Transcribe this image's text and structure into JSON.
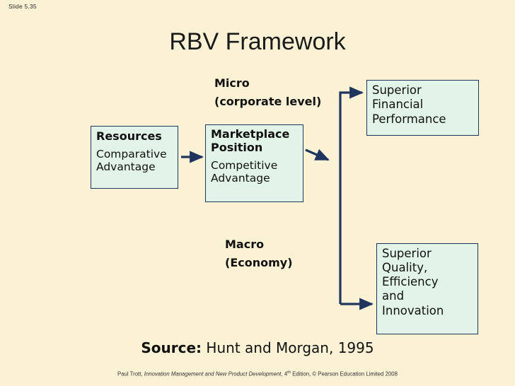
{
  "slide": {
    "number_label": "Slide 5.35",
    "title": "RBV Framework",
    "background_color": "#fbf2d5",
    "box_fill_color": "#e2f3e7",
    "line_color": "#20355e",
    "text_color": "#111111"
  },
  "captions": {
    "micro": {
      "line1": "Micro",
      "line2": "(corporate level)"
    },
    "macro": {
      "line1": "Macro",
      "line2": "(Economy)"
    }
  },
  "boxes": {
    "resources": {
      "heading": "Resources",
      "body_line1": "Comparative",
      "body_line2": "Advantage"
    },
    "marketplace": {
      "heading_line1": "Marketplace",
      "heading_line2": "Position",
      "body_line1": "Competitive",
      "body_line2": "Advantage"
    },
    "financial": {
      "line1": "Superior",
      "line2": "Financial",
      "line3": "Performance"
    },
    "quality": {
      "line1": "Superior",
      "line2": "Quality,",
      "line3": "Efficiency",
      "line4": "and",
      "line5": "Innovation"
    }
  },
  "source": {
    "label": "Source:",
    "value": "Hunt and Morgan, 1995"
  },
  "footer": {
    "author": "Paul Trott,",
    "book_title": "Innovation Management and New Product Development",
    "edition_number": "4",
    "edition_ordinal": "th",
    "edition_rest": "Edition, © Pearson Education Limited 2008"
  }
}
